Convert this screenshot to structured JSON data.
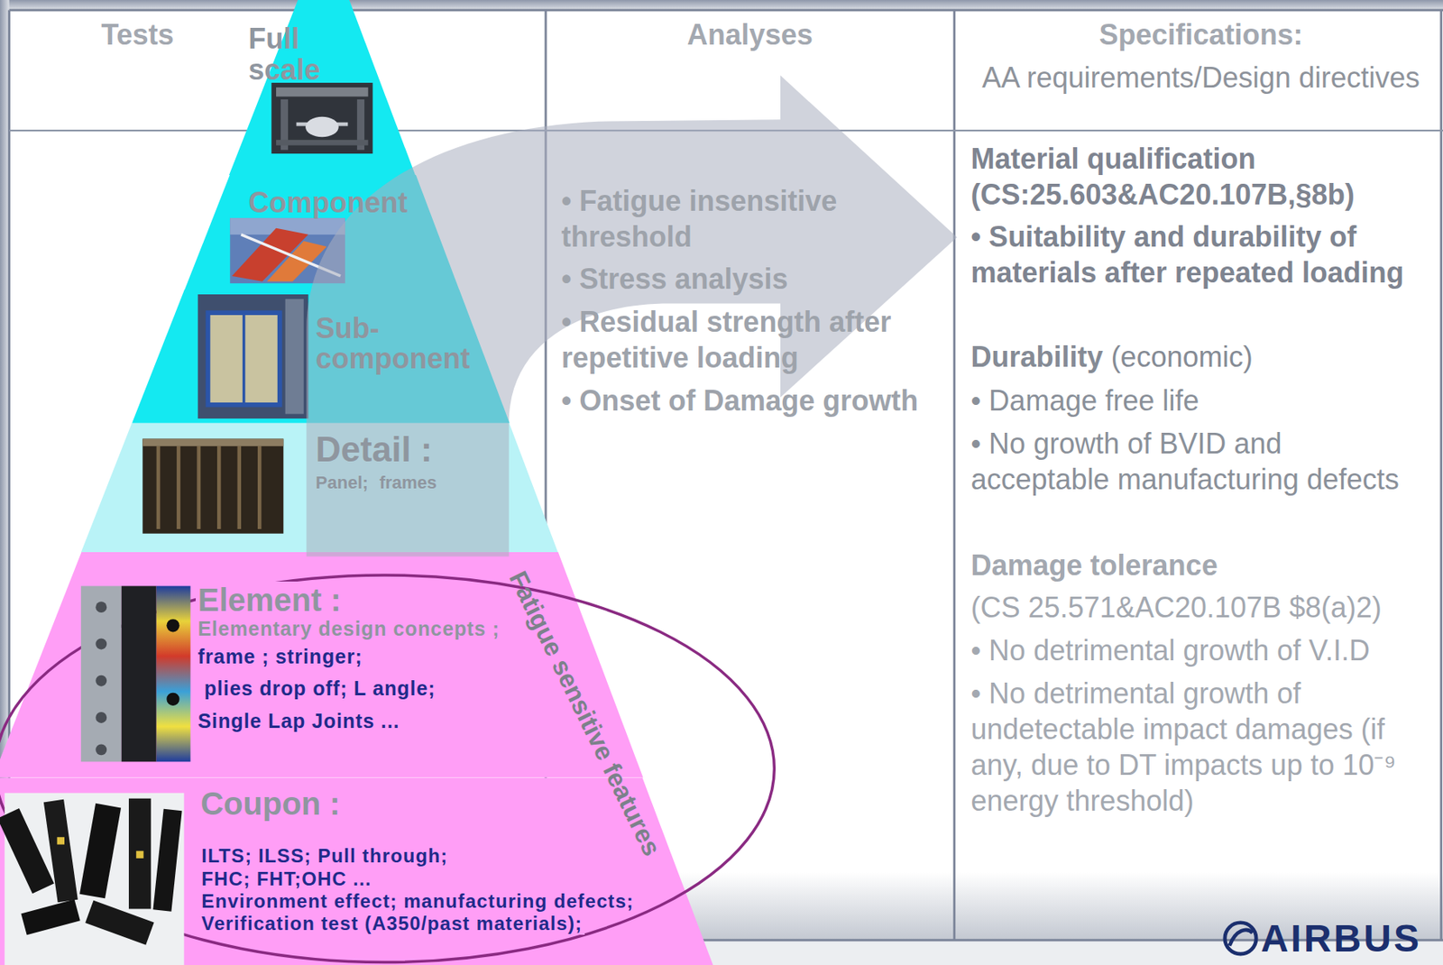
{
  "diagram": {
    "nodes": [
      {
        "text": [
          "Full scale"
        ]
      },
      {
        "text": [
          "Component"
        ]
      },
      {
        "text": [
          "Sub- component"
        ]
      },
      {
        "text": [
          "Detail :",
          "Panel; frames"
        ]
      },
      {
        "text": [
          "Fatigue sensitive features"
        ]
      },
      {
        "text": [
          "Element :",
          "Elementary design concepts ;",
          "frame ; stringer;",
          "plies drop off; L angle;",
          "Single Lap Joints ..."
        ],
        "in": 4
      },
      {
        "text": [
          "Coupon :",
          "ILTS; ILSS; Pull through;",
          "FHC; FHT;OHC ...",
          "Environment effect; manufacturing defects;",
          "Verification test (A350/past materials);"
        ],
        "in": 4
      }
    ],
    "labels": [
      "Tests",
      "Analyses",
      "Specifications:",
      "AA requirements/Design directives",
      "• Fatigue insensitive threshold",
      "• Stress analysis",
      "• Residual strength after repetitive loading",
      "• Onset of Damage growth",
      "Material qualification (CS:25.603&AC20.107B,§8b)",
      "• Suitability and durability of materials after repeated loading",
      "Durability",
      "(economic)",
      "• Damage free life",
      "• No growth of BVID and acceptable manufacturing defects",
      "Damage tolerance",
      "(CS 25.571&AC20.107B $8(a)2)",
      "• No detrimental growth of V.I.D",
      "• No detrimental growth of undetectable impact damages (if any, due to DT impacts up to 10⁻⁹ energy threshold)",
      "AIRBUS"
    ]
  }
}
